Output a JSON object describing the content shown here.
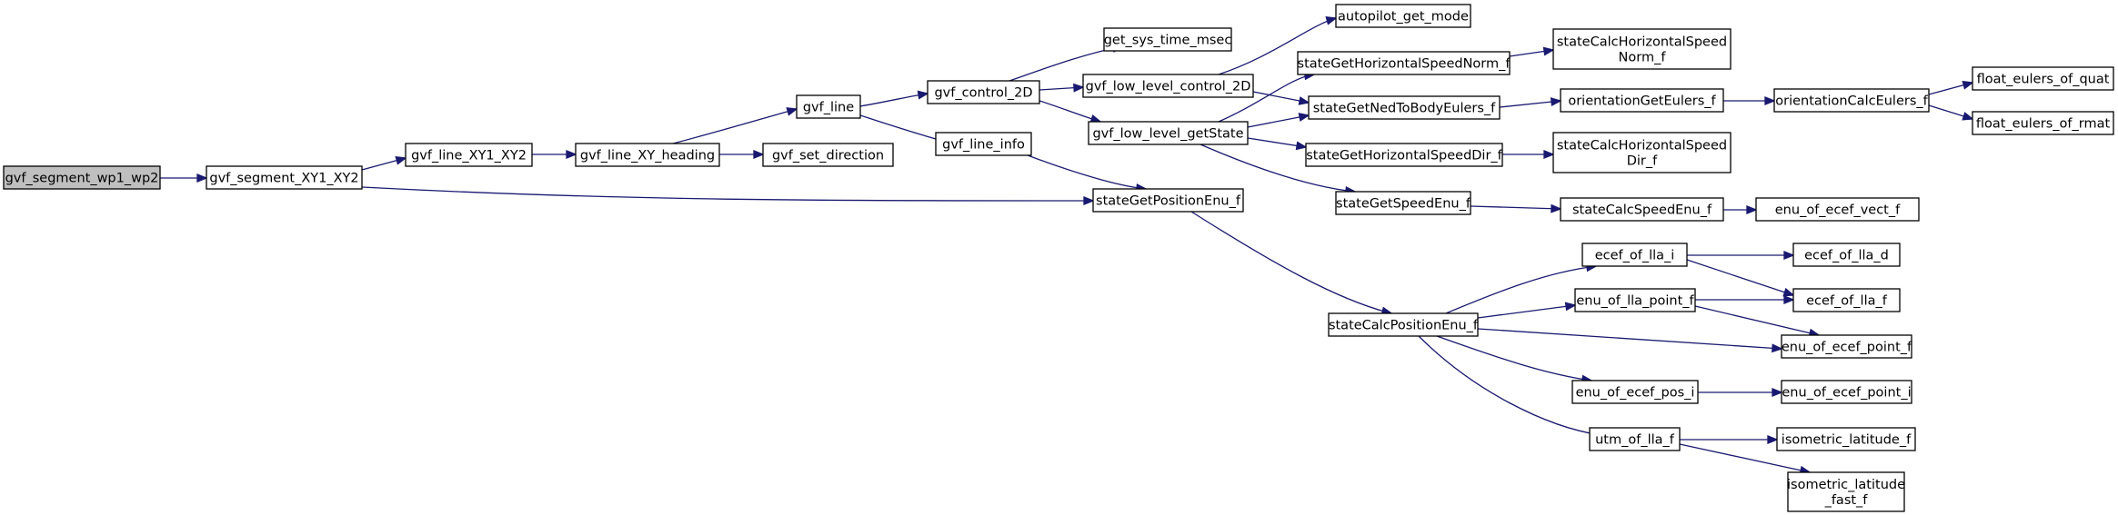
{
  "colors": {
    "root_fill": "#bfbfbf",
    "node_fill": "#ffffff",
    "border": "#000000",
    "edge": "#191970"
  },
  "root": "gvf_segment_wp1_wp2",
  "nodes": [
    {
      "id": "n0",
      "lines": [
        "gvf_segment_wp1_wp2"
      ]
    },
    {
      "id": "n1",
      "lines": [
        "gvf_segment_XY1_XY2"
      ]
    },
    {
      "id": "n2",
      "lines": [
        "gvf_line_XY1_XY2"
      ]
    },
    {
      "id": "n3",
      "lines": [
        "stateGetPositionEnu_f"
      ]
    },
    {
      "id": "n4",
      "lines": [
        "gvf_line_XY_heading"
      ]
    },
    {
      "id": "n5",
      "lines": [
        "gvf_line"
      ]
    },
    {
      "id": "n6",
      "lines": [
        "gvf_set_direction"
      ]
    },
    {
      "id": "n7",
      "lines": [
        "gvf_control_2D"
      ]
    },
    {
      "id": "n8",
      "lines": [
        "gvf_line_info"
      ]
    },
    {
      "id": "n9",
      "lines": [
        "get_sys_time_msec"
      ]
    },
    {
      "id": "n10",
      "lines": [
        "gvf_low_level_control_2D"
      ]
    },
    {
      "id": "n11",
      "lines": [
        "gvf_low_level_getState"
      ]
    },
    {
      "id": "n12",
      "lines": [
        "autopilot_get_mode"
      ]
    },
    {
      "id": "n13",
      "lines": [
        "stateGetHorizontalSpeedNorm_f"
      ]
    },
    {
      "id": "n14",
      "lines": [
        "stateGetNedToBodyEulers_f"
      ]
    },
    {
      "id": "n15",
      "lines": [
        "stateGetHorizontalSpeedDir_f"
      ]
    },
    {
      "id": "n16",
      "lines": [
        "stateGetSpeedEnu_f"
      ]
    },
    {
      "id": "n17",
      "lines": [
        "stateCalcHorizontalSpeed",
        "Norm_f"
      ]
    },
    {
      "id": "n18",
      "lines": [
        "orientationGetEulers_f"
      ]
    },
    {
      "id": "n19",
      "lines": [
        "orientationCalcEulers_f"
      ]
    },
    {
      "id": "n20",
      "lines": [
        "float_eulers_of_quat"
      ]
    },
    {
      "id": "n21",
      "lines": [
        "float_eulers_of_rmat"
      ]
    },
    {
      "id": "n22",
      "lines": [
        "stateCalcHorizontalSpeed",
        "Dir_f"
      ]
    },
    {
      "id": "n23",
      "lines": [
        "stateCalcSpeedEnu_f"
      ]
    },
    {
      "id": "n24",
      "lines": [
        "enu_of_ecef_vect_f"
      ]
    },
    {
      "id": "n25",
      "lines": [
        "stateCalcPositionEnu_f"
      ]
    },
    {
      "id": "n26",
      "lines": [
        "ecef_of_lla_i"
      ]
    },
    {
      "id": "n27",
      "lines": [
        "enu_of_lla_point_f"
      ]
    },
    {
      "id": "n28",
      "lines": [
        "enu_of_ecef_point_f"
      ]
    },
    {
      "id": "n29",
      "lines": [
        "enu_of_ecef_pos_i"
      ]
    },
    {
      "id": "n30",
      "lines": [
        "utm_of_lla_f"
      ]
    },
    {
      "id": "n31",
      "lines": [
        "ecef_of_lla_d"
      ]
    },
    {
      "id": "n32",
      "lines": [
        "ecef_of_lla_f"
      ]
    },
    {
      "id": "n33",
      "lines": [
        "enu_of_ecef_point_i"
      ]
    },
    {
      "id": "n34",
      "lines": [
        "isometric_latitude_f"
      ]
    },
    {
      "id": "n35",
      "lines": [
        "isometric_latitude",
        "_fast_f"
      ]
    }
  ],
  "edges": [
    {
      "from": "n0",
      "to": "n1"
    },
    {
      "from": "n1",
      "to": "n2"
    },
    {
      "from": "n1",
      "to": "n3"
    },
    {
      "from": "n2",
      "to": "n4"
    },
    {
      "from": "n4",
      "to": "n5"
    },
    {
      "from": "n4",
      "to": "n6"
    },
    {
      "from": "n5",
      "to": "n7"
    },
    {
      "from": "n5",
      "to": "n8"
    },
    {
      "from": "n7",
      "to": "n9"
    },
    {
      "from": "n7",
      "to": "n10"
    },
    {
      "from": "n7",
      "to": "n11"
    },
    {
      "from": "n8",
      "to": "n3"
    },
    {
      "from": "n10",
      "to": "n12"
    },
    {
      "from": "n10",
      "to": "n14"
    },
    {
      "from": "n11",
      "to": "n13"
    },
    {
      "from": "n11",
      "to": "n14"
    },
    {
      "from": "n11",
      "to": "n15"
    },
    {
      "from": "n11",
      "to": "n16"
    },
    {
      "from": "n13",
      "to": "n17"
    },
    {
      "from": "n14",
      "to": "n18"
    },
    {
      "from": "n18",
      "to": "n19"
    },
    {
      "from": "n19",
      "to": "n20"
    },
    {
      "from": "n19",
      "to": "n21"
    },
    {
      "from": "n15",
      "to": "n22"
    },
    {
      "from": "n16",
      "to": "n23"
    },
    {
      "from": "n23",
      "to": "n24"
    },
    {
      "from": "n3",
      "to": "n25"
    },
    {
      "from": "n25",
      "to": "n26"
    },
    {
      "from": "n25",
      "to": "n27"
    },
    {
      "from": "n25",
      "to": "n28"
    },
    {
      "from": "n25",
      "to": "n29"
    },
    {
      "from": "n25",
      "to": "n30"
    },
    {
      "from": "n26",
      "to": "n31"
    },
    {
      "from": "n26",
      "to": "n32"
    },
    {
      "from": "n27",
      "to": "n32"
    },
    {
      "from": "n27",
      "to": "n28"
    },
    {
      "from": "n29",
      "to": "n33"
    },
    {
      "from": "n30",
      "to": "n34"
    },
    {
      "from": "n30",
      "to": "n35"
    }
  ]
}
